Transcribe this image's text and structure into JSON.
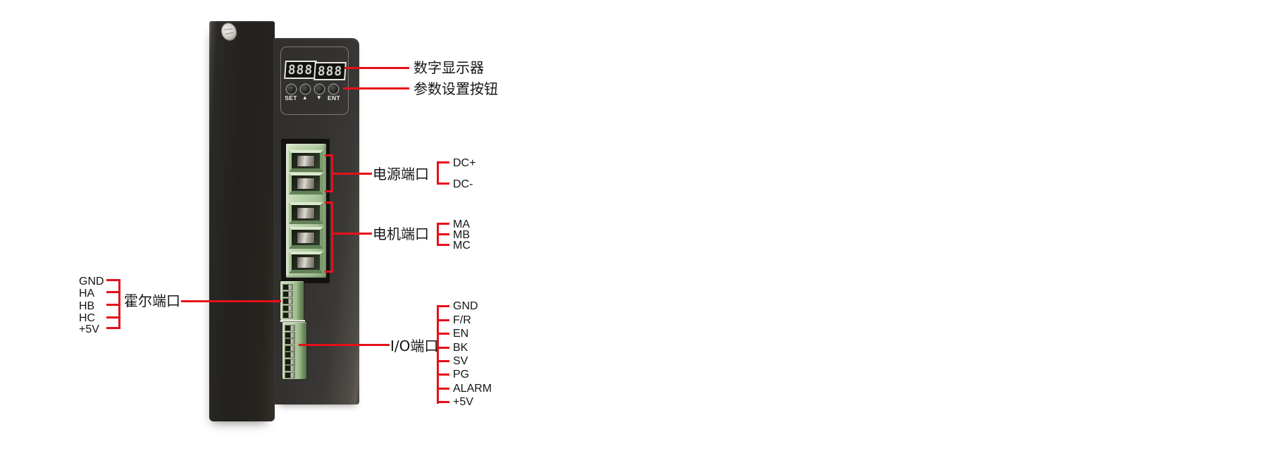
{
  "device": {
    "display": {
      "left_digits": "888",
      "right_digits": "888"
    },
    "buttons": [
      "SET",
      "▲",
      "▼",
      "ENT"
    ]
  },
  "annotations": {
    "display_label": "数字显示器",
    "buttons_label": "参数设置按钮",
    "power_port": {
      "label": "电源端口",
      "pins": [
        "DC+",
        "DC-"
      ]
    },
    "motor_port": {
      "label": "电机端口",
      "pins": [
        "MA",
        "MB",
        "MC"
      ]
    },
    "hall_port": {
      "label": "霍尔端口",
      "pins": [
        "GND",
        "HA",
        "HB",
        "HC",
        "+5V"
      ]
    },
    "io_port": {
      "label": "I/O端口",
      "pins": [
        "GND",
        "F/R",
        "EN",
        "BK",
        "SV",
        "PG",
        "ALARM",
        "+5V"
      ]
    }
  },
  "colors": {
    "annotation_red": "#e6101a",
    "connector_green": "#b7d1a8",
    "body_black": "#34322f"
  }
}
